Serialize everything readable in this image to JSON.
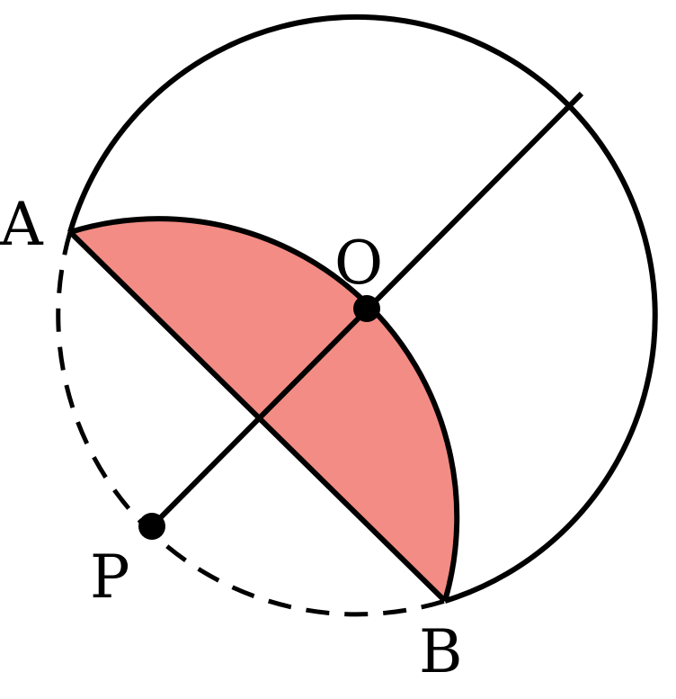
{
  "labels": {
    "a": "A",
    "o": "O",
    "p": "P",
    "b": "B"
  },
  "colors": {
    "light_region": "#F8C3BC",
    "dark_region": "#F28C84",
    "stroke": "#000000"
  }
}
